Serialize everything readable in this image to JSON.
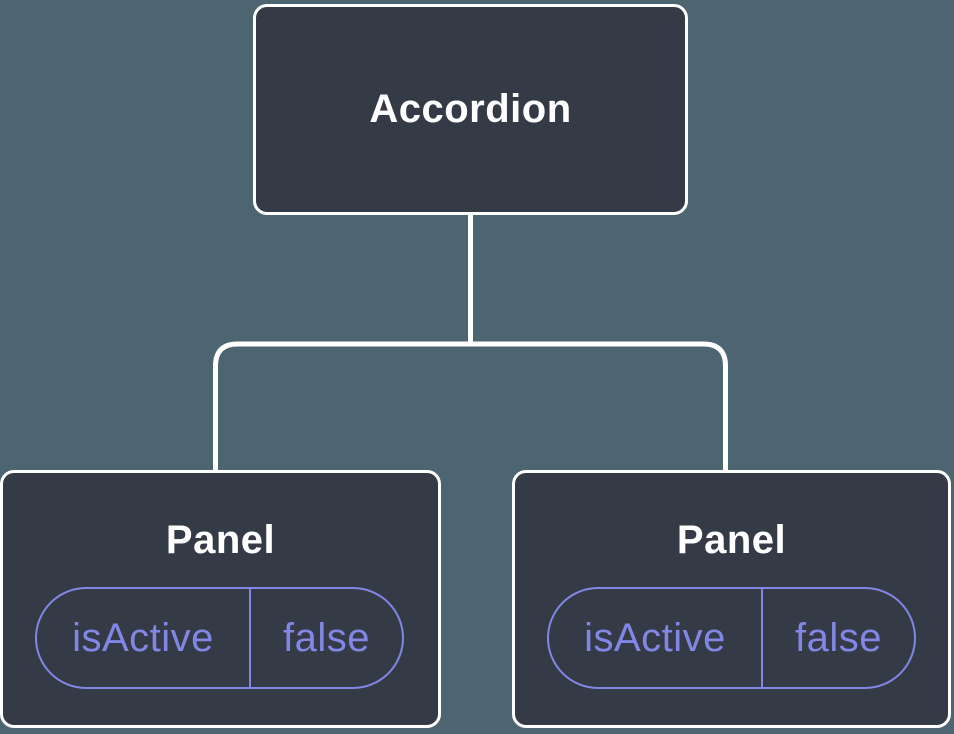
{
  "diagram": {
    "description": "Component tree diagram",
    "colors": {
      "background": "#4D6570",
      "node_fill": "#343B46",
      "node_border": "#FFFFFF",
      "connector_line": "#FFFFFF",
      "prop_accent": "#8287E5",
      "label_text": "#FFFFFF"
    },
    "tree": {
      "root": {
        "label": "Accordion"
      },
      "children": [
        {
          "label": "Panel",
          "props": [
            {
              "name": "isActive",
              "value": "false"
            }
          ]
        },
        {
          "label": "Panel",
          "props": [
            {
              "name": "isActive",
              "value": "false"
            }
          ]
        }
      ]
    }
  }
}
